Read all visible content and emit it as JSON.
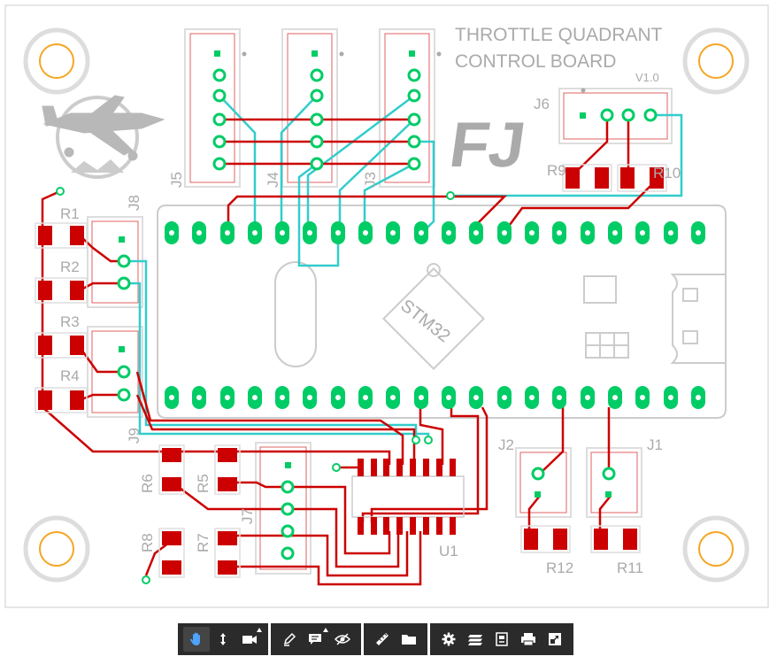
{
  "board": {
    "title_line1": "THROTTLE QUADRANT",
    "title_line2": "CONTROL BOARD",
    "version": "V1.0",
    "logo": "FJ",
    "mcu_label": "STM32",
    "refs": {
      "R1": "R1",
      "R2": "R2",
      "R3": "R3",
      "R4": "R4",
      "R5": "R5",
      "R6": "R6",
      "R7": "R7",
      "R8": "R8",
      "R9": "R9",
      "R10": "R10",
      "R11": "R11",
      "R12": "R12",
      "J1": "J1",
      "J2": "J2",
      "J3": "J3",
      "J4": "J4",
      "J5": "J5",
      "J6": "J6",
      "J7": "J7",
      "J8": "J8",
      "J9": "J9",
      "U1": "U1"
    }
  },
  "colors": {
    "copper_top": "#cc0000",
    "copper_bottom": "#33cccc",
    "pad": "#00cc66",
    "silkscreen": "#aaaaaa",
    "mounting_hole": "#f5a623"
  },
  "toolbar": {
    "groups": [
      [
        "hand-icon",
        "move-vertical-icon",
        "camera-icon"
      ],
      [
        "pencil-icon",
        "comment-icon",
        "eye-hide-icon"
      ],
      [
        "ruler-icon",
        "folder-icon"
      ],
      [
        "gear-icon",
        "layers-icon",
        "board-icon",
        "print-icon",
        "export-icon"
      ]
    ]
  }
}
